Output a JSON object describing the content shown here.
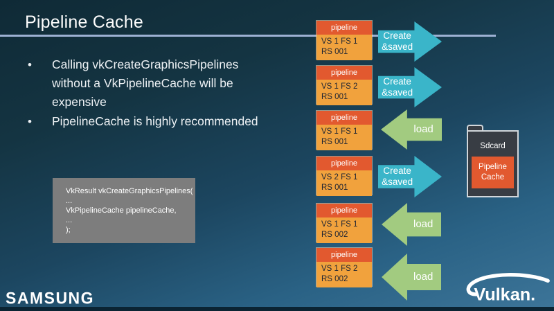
{
  "slide": {
    "title": "Pipeline Cache",
    "bullets": [
      {
        "marker": "•",
        "text": "Calling vkCreateGraphicsPipelines without a VkPipelineCache will be expensive"
      },
      {
        "marker": "•",
        "text": "PipelineCache is highly recommended"
      }
    ],
    "code": {
      "line1": "VkResult vkCreateGraphicsPipelines(",
      "line2": "...",
      "line3": "VkPipelineCache pipelineCache,",
      "line4": "...",
      "line5": ");"
    },
    "pipelines": [
      {
        "header": "pipeline",
        "shaders": "VS 1 FS 1",
        "state": "RS 001"
      },
      {
        "header": "pipeline",
        "shaders": "VS 1 FS 2",
        "state": "RS 001"
      },
      {
        "header": "pipeline",
        "shaders": "VS 1 FS 1",
        "state": "RS 001"
      },
      {
        "header": "pipeline",
        "shaders": "VS 2 FS 1",
        "state": "RS 001"
      },
      {
        "header": "pipeline",
        "shaders": "VS 1 FS 1",
        "state": "RS 002"
      },
      {
        "header": "pipeline",
        "shaders": "VS 1 FS 2",
        "state": "RS 002"
      }
    ],
    "arrows": [
      {
        "type": "create",
        "direction": "right",
        "line1": "Create",
        "line2": "&saved"
      },
      {
        "type": "create",
        "direction": "right",
        "line1": "Create",
        "line2": "&saved"
      },
      {
        "type": "load",
        "direction": "left",
        "line1": "load",
        "line2": ""
      },
      {
        "type": "create",
        "direction": "right",
        "line1": "Create",
        "line2": "&saved"
      },
      {
        "type": "load",
        "direction": "left",
        "line1": "load",
        "line2": ""
      },
      {
        "type": "load",
        "direction": "left",
        "line1": "load",
        "line2": ""
      }
    ],
    "storage": {
      "label": "Sdcard",
      "item_line1": "Pipeline",
      "item_line2": "Cache"
    },
    "footer": {
      "left_brand": "SAMSUNG",
      "right_brand": "Vulkan."
    },
    "colors": {
      "background_top": "#0f2a36",
      "background_bottom": "#3d7599",
      "title_rule": "#9db1d3",
      "pipeline_header": "#e2592f",
      "pipeline_body": "#f1a23d",
      "create_arrow": "#3ab5c9",
      "load_arrow": "#a2cb80",
      "code_box": "#7d7d7d",
      "folder": "#383d44",
      "cache_box": "#e2592f",
      "bottom_strip": "#0b2433"
    }
  }
}
